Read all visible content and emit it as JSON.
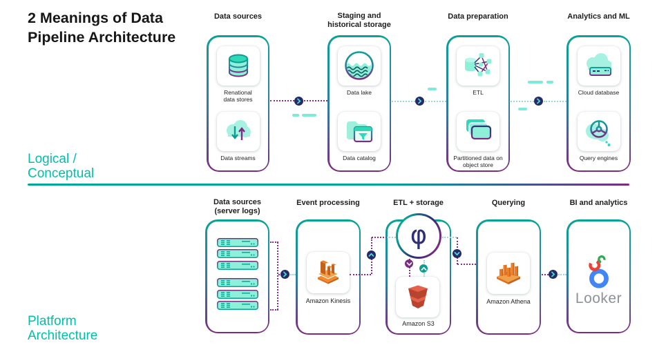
{
  "title": {
    "line1": "2 Meanings of Data",
    "line2": "Pipeline Architecture"
  },
  "phi": "φ",
  "logical": {
    "label_line1": "Logical /",
    "label_line2": "Conceptual",
    "columns": [
      {
        "header": "Data sources",
        "items": [
          {
            "label": "Renational data stores",
            "icon": "database-icon"
          },
          {
            "label": "Data streams",
            "icon": "cloud-sync-icon"
          }
        ]
      },
      {
        "header": "Staging and historical storage",
        "items": [
          {
            "label": "Data lake",
            "icon": "data-lake-icon"
          },
          {
            "label": "Data catalog",
            "icon": "data-catalog-icon"
          }
        ]
      },
      {
        "header": "Data preparation",
        "items": [
          {
            "label": "ETL",
            "icon": "etl-icon"
          },
          {
            "label": "Partitioned data on object store",
            "icon": "partitioned-data-icon"
          }
        ]
      },
      {
        "header": "Analytics and ML",
        "items": [
          {
            "label": "Cloud database",
            "icon": "cloud-database-icon"
          },
          {
            "label": "Query engines",
            "icon": "query-engines-icon"
          }
        ]
      }
    ]
  },
  "platform": {
    "label_line1": "Platform",
    "label_line2": "Architecture",
    "columns": [
      {
        "header": "Data sources (server logs)"
      },
      {
        "header": "Event processing",
        "item_label": "Amazon Kinesis"
      },
      {
        "header": "ETL + storage",
        "item_label": "Amazon S3"
      },
      {
        "header": "Querying",
        "item_label": "Amazon Athena"
      },
      {
        "header": "BI and analytics",
        "item_label": "Looker"
      }
    ]
  },
  "colors": {
    "accent_teal": "#00bfa9",
    "mint": "#8ff0da",
    "medium_teal": "#2fd8b8",
    "dark_teal": "#0d9c90",
    "navy": "#2d2f77",
    "purple": "#7c2b80",
    "purple_dotted": "#8b2c86",
    "light_teal_dotted": "#9ad8d6",
    "aws_orange": "#ed7c22",
    "aws_dark_orange": "#c4611c",
    "s3_red": "#b8432e",
    "looker_blue": "#4285f4",
    "looker_red": "#ea4335",
    "looker_green": "#34a853",
    "looker_gray": "#8d9199"
  },
  "icons": {
    "database-icon": "stacked-cylinder-db",
    "cloud-sync-icon": "cloud-with-up-down-arrows",
    "data-lake-icon": "circle-with-waves",
    "data-catalog-icon": "folder-with-funnel",
    "etl-icon": "db-to-node-graph",
    "partitioned-data-icon": "stacked-panels",
    "cloud-database-icon": "cloud-with-server-bar",
    "query-engines-icon": "helm-wheel-on-cloud",
    "server-icon": "server-rack-bar",
    "kinesis-icon": "aws-kinesis-3d",
    "s3-icon": "aws-s3-bucket",
    "athena-icon": "aws-athena-bars",
    "looker-logo": "looker-rings",
    "phi-logo": "phi-in-circle",
    "chevron-badge-icon": "circular-chevron-arrow"
  }
}
